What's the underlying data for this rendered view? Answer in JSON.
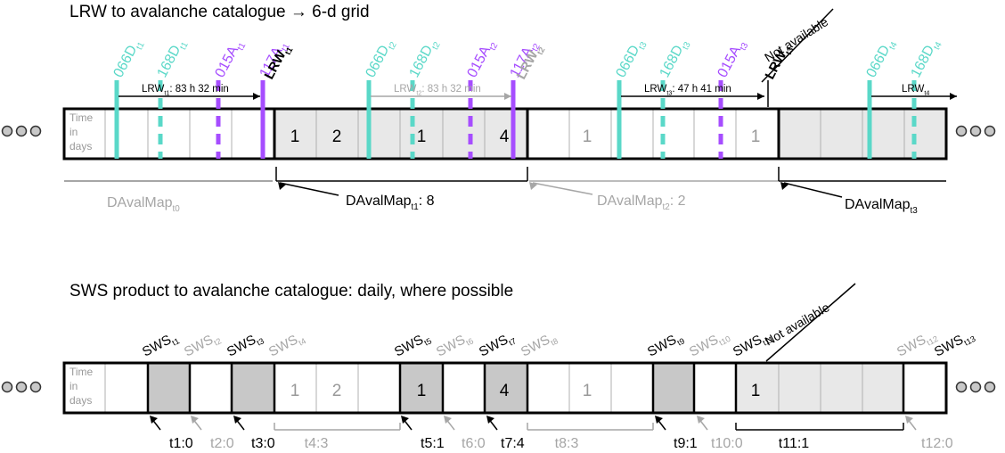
{
  "top": {
    "title": "LRW to avalanche catalogue → 6-d grid",
    "acquisitions": [
      {
        "base": "066D",
        "sub": "t1"
      },
      {
        "base": "168D",
        "sub": "t1"
      },
      {
        "base": "015A",
        "sub": "t1"
      },
      {
        "base": "117A",
        "sub": "t1"
      },
      {
        "base": "066D",
        "sub": "t2"
      },
      {
        "base": "168D",
        "sub": "t2"
      },
      {
        "base": "015A",
        "sub": "t2"
      },
      {
        "base": "117A",
        "sub": "t2"
      },
      {
        "base": "066D",
        "sub": "t3"
      },
      {
        "base": "168D",
        "sub": "t3"
      },
      {
        "base": "015A",
        "sub": "t3"
      },
      {
        "base": "066D",
        "sub": "t4"
      },
      {
        "base": "168D",
        "sub": "t4"
      }
    ],
    "lrw_labels": [
      {
        "base": "LRW",
        "sub": "t1"
      },
      {
        "base": "LRW",
        "sub": "t2"
      },
      {
        "base": "LRW",
        "sub": "t3"
      }
    ],
    "not_available": "Not available",
    "spans": [
      {
        "base": "LRW",
        "sub": "t1",
        "suffix": ": 83 h 32 min"
      },
      {
        "base": "LRW",
        "sub": "t2",
        "suffix": ": 83 h 32 min"
      },
      {
        "base": "LRW",
        "sub": "t3",
        "suffix": ": 47 h 41 min"
      },
      {
        "base": "LRW",
        "sub": "t4",
        "suffix": ""
      }
    ],
    "row_label": [
      "Time",
      "in",
      "days"
    ],
    "cell_values": [
      "1",
      "2",
      "1",
      "4",
      "1",
      "1"
    ],
    "maps": [
      {
        "base": "DAvalMap",
        "sub": "t0",
        "suffix": ""
      },
      {
        "base": "DAvalMap",
        "sub": "t1",
        "suffix": ": 8"
      },
      {
        "base": "DAvalMap",
        "sub": "t2",
        "suffix": ": 2"
      },
      {
        "base": "DAvalMap",
        "sub": "t3",
        "suffix": ""
      }
    ]
  },
  "bottom": {
    "title": "SWS product to avalanche catalogue: daily, where possible",
    "sws": [
      {
        "base": "SWS",
        "sub": "t1"
      },
      {
        "base": "SWS",
        "sub": "t2"
      },
      {
        "base": "SWS",
        "sub": "t3"
      },
      {
        "base": "SWS",
        "sub": "t4"
      },
      {
        "base": "SWS",
        "sub": "t5"
      },
      {
        "base": "SWS",
        "sub": "t6"
      },
      {
        "base": "SWS",
        "sub": "t7"
      },
      {
        "base": "SWS",
        "sub": "t8"
      },
      {
        "base": "SWS",
        "sub": "t9"
      },
      {
        "base": "SWS",
        "sub": "t10"
      },
      {
        "base": "SWS",
        "sub": "t11"
      },
      {
        "base": "SWS",
        "sub": "t12"
      },
      {
        "base": "SWS",
        "sub": "t13"
      }
    ],
    "not_available": "Not available",
    "row_label": [
      "Time",
      "in",
      "days"
    ],
    "cell_values": [
      "1",
      "2",
      "1",
      "4",
      "1",
      "1"
    ],
    "counts": [
      "t1:0",
      "t2:0",
      "t3:0",
      "t4:3",
      "t5:1",
      "t6:0",
      "t7:4",
      "t8:3",
      "t9:1",
      "t10:0",
      "t11:1",
      "t12:0"
    ]
  },
  "colors": {
    "turquoise": "#5ad8c8",
    "purple": "#a64dff",
    "black": "#000000",
    "grey_text": "#a6a6a6",
    "cell_fill": "#e8e8e8",
    "dark_cell_fill": "#c8c8c8",
    "dots": "#c8c8c8"
  }
}
